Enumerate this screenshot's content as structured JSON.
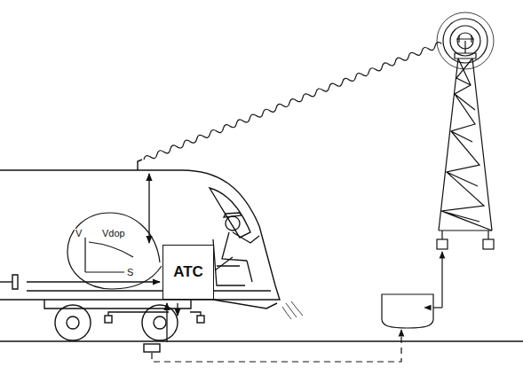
{
  "diagram": {
    "nodes": [
      {
        "text": [
          "ATC"
        ]
      }
    ],
    "labels": [
      "V",
      "Vdop",
      "S"
    ]
  }
}
